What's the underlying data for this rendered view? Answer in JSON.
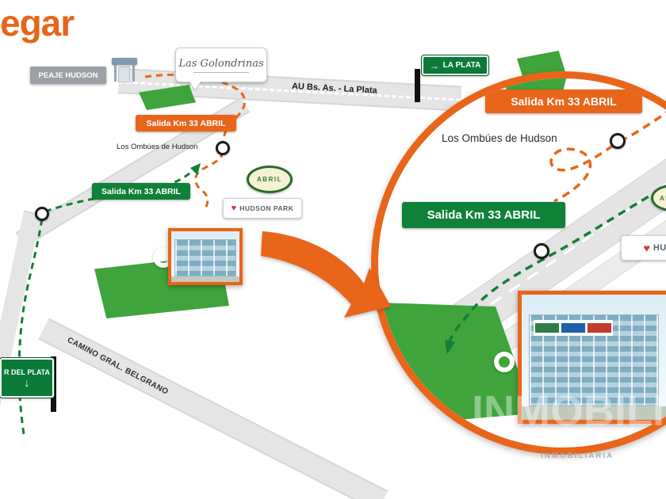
{
  "title": {
    "text": "egar"
  },
  "signs": {
    "peaje": "PEAJE HUDSON",
    "la_plata": "LA PLATA",
    "mar_del_plata": "R DEL PLATA",
    "salida_orange": "Salida Km 33 ABRIL",
    "salida_green": "Salida Km 33 ABRIL"
  },
  "labels": {
    "highway": "AU Bs. As. - La Plata",
    "ombues": "Los Ombúes de Hudson",
    "camino": "CAMINO GRAL. BELGRANO"
  },
  "logos": {
    "golondrinas": "Las Golondrinas",
    "abril": "ABRIL",
    "hudson_park": "HUDSON PARK",
    "hudson_partial": "HUDSON"
  },
  "zoom": {
    "salida_orange": "Salida Km 33 ABRIL",
    "ombues": "Los Ombúes de Hudson",
    "salida_green": "Salida Km 33 ABRIL"
  },
  "icons": {
    "right_arrow": "→",
    "down_arrow": "↓",
    "heart": "♥"
  },
  "watermark": {
    "ghost": "INMOBILIARIA",
    "caption": "INMOBILIARIA"
  },
  "colors": {
    "orange": "#E8651A",
    "green": "#0F8138",
    "road_gray": "#E5E5E5",
    "field_green": "#3FA43B"
  }
}
